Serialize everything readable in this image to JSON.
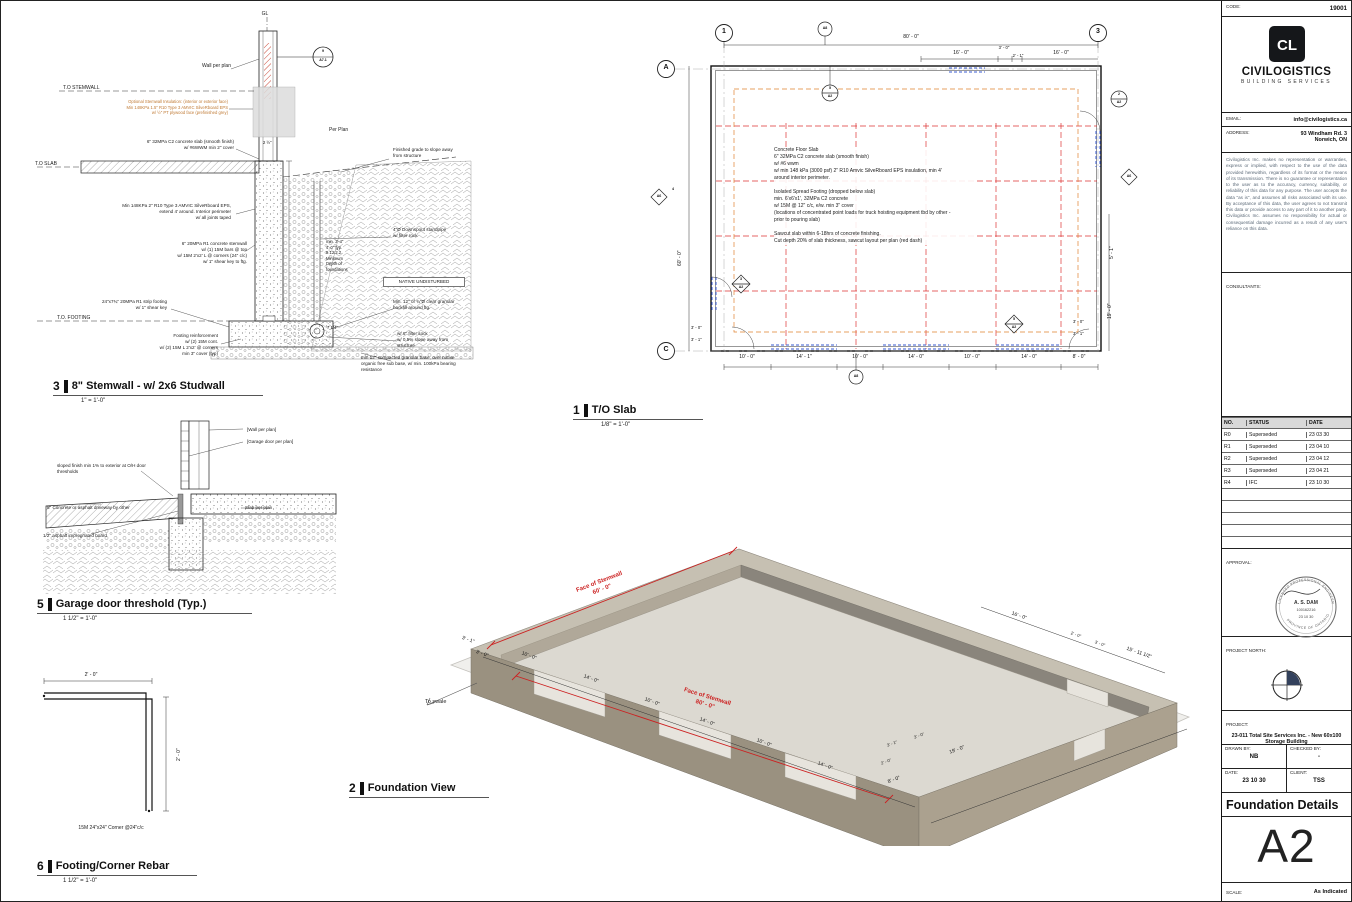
{
  "titleblock": {
    "code_label": "CODE:",
    "code": "19001",
    "logo_monogram": "CL",
    "brand": "CIVILOGISTICS",
    "brand_sub": "BUILDING SERVICES",
    "email_label": "EMAIL:",
    "email": "info@civilogistics.ca",
    "address_label": "ADDRESS:",
    "address": "93 Windham Rd. 3\nNorwich, ON",
    "disclaimer": "Civilogistics Inc. makes no representation or warranties, express or implied, with respect to the use of the data provided herewithin, regardless of its format or the means of its transmission. There is no guarantee or representation to the user as to the accuracy, currency, suitability, or reliability of this data for any purpose. The user accepts the data \"as is\", and assumes all risks associated with its use. By acceptance of this data, the user agrees to not transmit this data or provide access to any part of it to another party. Civilogistics Inc. assumes no responsibility for actual or consequential damage incurred as a result of any user's reliance on this data.",
    "consultants_label": "CONSULTANTS:",
    "rev_headers": [
      "NO.",
      "STATUS",
      "DATE"
    ],
    "revisions": [
      [
        "R0",
        "Superseded",
        "23 03 30"
      ],
      [
        "R1",
        "Superseded",
        "23 04 10"
      ],
      [
        "R2",
        "Superseded",
        "23 04 12"
      ],
      [
        "R3",
        "Superseded",
        "23 04 21"
      ],
      [
        "R4",
        "IFC",
        "23 10 30"
      ]
    ],
    "approval_label": "APPROVAL:",
    "stamp": {
      "ring_top": "LICENSED PROFESSIONAL ENGINEER",
      "ring_bottom": "PROVINCE OF ONTARIO",
      "name": "A. S. DAM",
      "number": "100162216",
      "date": "23 10 30"
    },
    "north_label": "PROJECT NORTH:",
    "project_label": "PROJECT:",
    "project": "23-011 Total Site Services Inc. - New 60x100\nStorage Building",
    "drawn_label": "DRAWN BY:",
    "drawn": "NB",
    "checked_label": "CHECKED BY:",
    "checked": "-",
    "date_label": "DATE:",
    "date": "23 10 30",
    "client_label": "CLIENT:",
    "client": "TSS",
    "sheet_title": "Foundation Details",
    "sheet_number": "A2",
    "scale_label": "SCALE:",
    "scale": "As Indicated"
  },
  "d3": {
    "num": "3",
    "title": "8\" Stemwall - w/ 2x6 Studwall",
    "scale": "1\" = 1'-0\"",
    "gl": "GL",
    "marker_num": "9",
    "marker_sheet": "A7.1",
    "wall_per_plan": "Wall per plan",
    "to_stemwall": "T.O STEMWALL",
    "optional_insul": "Optional Stemwall Insulation: (interior or exterior face)\nMin 148KPa 1.5\" R10 Type 3 AMVIC SilveRboard EPS\nw/ ½\" PT plywood face (prefinished grey)",
    "per_plan": "Per Plan",
    "slab_note": "6\" 32MPa C2 concrete slab (smooth finish)\nw/ #6WWM min 2\" cover",
    "dim_2half": "2 ½\"",
    "to_slab": "T.O SLAB",
    "finished_grade": "Finished grade to slope away\nfrom structure",
    "eps_note": "Min 148KPa 2\" R10 Type 3 AMVIC SilveRboard EPS,\nextend 4' around. Interior perimeter\nw/ all joints taped",
    "stemwall_note": "6\" 20MPa R1 concrete stemwall\nw/ (1) 15M bars @ top\nw/ 15M 2'x2' L @ corners (24\" c/c)\nw/ 1\" shear key to ftg.",
    "depth_note": "min. 3'-4\"\n4'-0\" typ.\n9.12.2.2.\nMinimum\nDepth of\nfoundations",
    "downspout": "4\"Ø Downspout standpipe\nw/ filter rock",
    "native": "NATIVE UNDISTURBED",
    "strip_footing": "24\"x7¾\" 20MPa R1 strip footing\nw/ 1\" shear key",
    "to_footing": "T.O. FOOTING",
    "footing_reinf": "Footing reinforcement\nw/ (2) 15M cont.\nw/ (2) 15M L 2'x2' @ corners\nmin 3\" cover (typ)",
    "dim_7quarter": "7 1/4\"",
    "granular_backfill": "Min. 12\" of ¾\"Ø clear granular\nbackfill around ftg.",
    "filter_sock": "w/ 6\" filter sock\nw/ 0.5% slope away from\nstructure",
    "granular_base": "min 12\" compacted granular base, over native\norganic free sub base, w/ min. 100kPa bearing\nresistance"
  },
  "d1": {
    "num": "1",
    "title": "T/O Slab",
    "scale": "1/8\" = 1'-0\"",
    "grid_1": "1",
    "grid_3": "3",
    "grid_a": "A",
    "grid_c": "C",
    "diamond_left": "A6",
    "diamond_right": "A6",
    "keynote_4": "4",
    "circle_top": "A8",
    "circle_bottom": "A8",
    "m1_num": "5",
    "m1_sheet": "A2",
    "m2_num": "2",
    "m2_sheet": "A2",
    "m3_num": "3",
    "m3_sheet": "A2",
    "m4_num": "5",
    "m4_sheet": "A2",
    "dim_top": "80' - 0\"",
    "dims_top2": [
      "16' - 0\"",
      "3' - 0\"",
      "2' - 1\"",
      "16' - 0\""
    ],
    "dim_left": "60' - 0\"",
    "dim_right_1": "5' - 1\"",
    "dim_right_2": "19' - 0\"",
    "dims_bottom": [
      "10' - 0\"",
      "14' - 1\"",
      "10' - 0\"",
      "14' - 0\"",
      "10' - 0\"",
      "14' - 0\"",
      "8' - 0\""
    ],
    "dims_bl": [
      "3' - 0\"",
      "3' - 1\""
    ],
    "dims_br": [
      "3' - 0\"",
      "3' - 1\""
    ],
    "notes": "Concrete Floor Slab\n6\" 32MPa C2 concrete slab (smooth finish)\nw/ #6 wwm\nw/ min 148 kPa (3000 psf) 2\" R10 Amvic SilveRboard EPS insulation, min 4'\naround interior perimeter.\n\nIsolated Spread Footing (dropped below slab)\nmin. 6'x6'x1', 32MPa C2 concrete\nw/ 15M @ 12\" c/c, e/w. min 3\" cover\n(locations of concentrated point loads for truck hoisting equipment tbd by other -\nprior to pouring slab)\n\nSawcut slab within 6-18hrs of concrete finishing.\nCut depth 20% of slab thickness, sawcut layout per plan (red dash)"
  },
  "d5": {
    "num": "5",
    "title": "Garage door threshold (Typ.)",
    "scale": "1 1/2\" = 1'-0\"",
    "wall_per_plan": "[Wall per plan]",
    "garage_door": "[Garage door per plan]",
    "sloped": "sloped finish min 1% to exterior at O/H door thresholds",
    "driveway": "8\" Concrete or asphalt driveway by other",
    "slab_per_plan": "Slab per plan",
    "asphalt_board": "1/2\" asphalt impregnated board"
  },
  "d6": {
    "num": "6",
    "title": "Footing/Corner Rebar",
    "scale": "1 1/2\" = 1'-0\"",
    "dim_h": "2' - 0\"",
    "dim_v": "2' - 0\"",
    "label": "15M 24\"x24\" Corner @24\"c/c"
  },
  "d2": {
    "num": "2",
    "title": "Foundation View",
    "red_dim_left": "Face of Stemwall\n60' - 0\"",
    "red_dim_front": "Face of Stemwall\n80' - 0\"",
    "to_swale": "To swale",
    "front_dims": [
      "10' - 0\"",
      "14' - 0\"",
      "10' - 0\"",
      "14' - 0\"",
      "10' - 0\"",
      "14' - 0\""
    ],
    "corner_dims": [
      "3' - 1\"",
      "3' - 0\"",
      "2' - 0\"",
      "8' - 0\"",
      "19' - 0\""
    ],
    "ne_dims": [
      "16' - 0\"",
      "2' - 0\"",
      "3' - 0\"",
      "15' - 11 1/2\""
    ],
    "start_dims": [
      "3' - 1\"",
      "3' - 0\""
    ]
  }
}
